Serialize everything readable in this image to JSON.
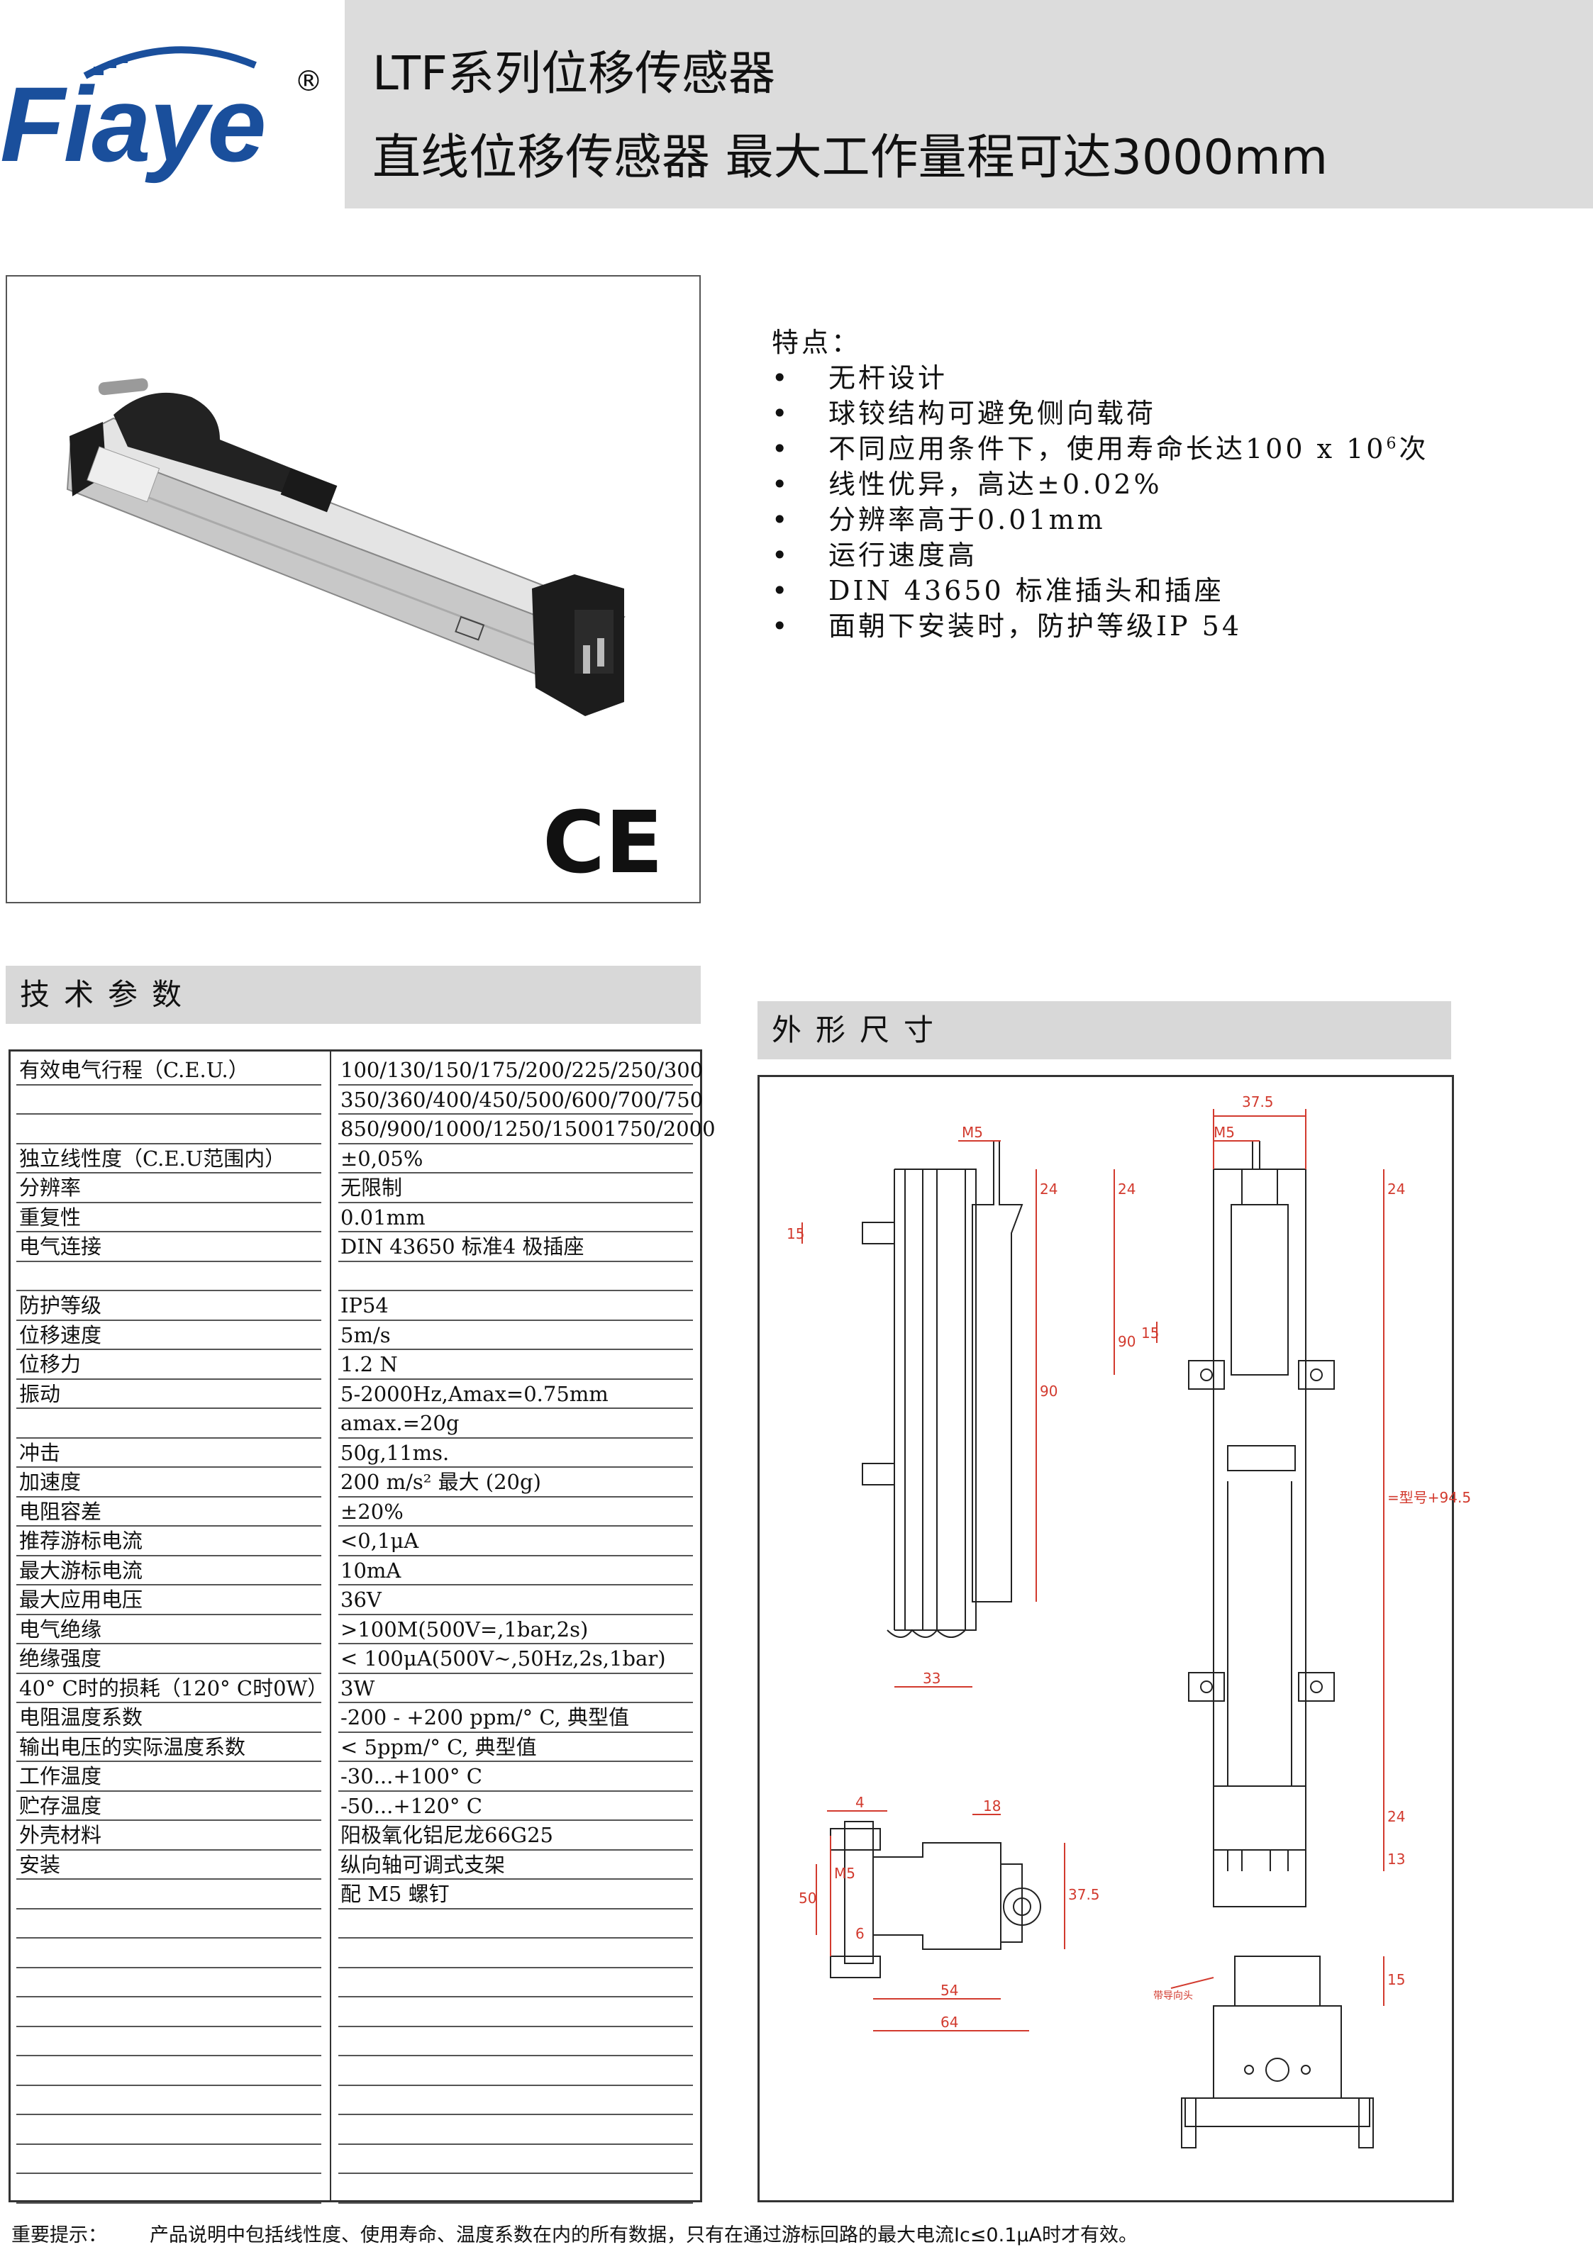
{
  "header": {
    "brand": "Fiaye",
    "registered_mark": "®",
    "title_line1": "LTF系列位移传感器",
    "title_line2": "直线位移传感器  最大工作量程可达3000mm"
  },
  "features": {
    "heading": "特点：",
    "bullet": "•",
    "items": [
      "无杆设计",
      "球铰结构可避免侧向载荷",
      "不同应用条件下，使用寿命长达100 x 10",
      "线性优异，高达±0.02%",
      "分辨率高于0.01mm",
      "运行速度高",
      "DIN 43650 标准插头和插座",
      "面朝下安装时，防护等级IP 54"
    ],
    "item3_exponent": "6",
    "item3_suffix": "次"
  },
  "product_image": {
    "ce_mark": "CE",
    "colors": {
      "body": "#c8c8c8",
      "cap": "#1c1c1c"
    }
  },
  "sections": {
    "tech_params": "技术参数",
    "dimensions": "外形尺寸"
  },
  "spec_rows": [
    {
      "label": "有效电气行程（C.E.U.）",
      "value": "100/130/150/175/200/225/250/300"
    },
    {
      "label": "",
      "value": "350/360/400/450/500/600/700/750"
    },
    {
      "label": "",
      "value": "850/900/1000/1250/15001750/2000"
    },
    {
      "label": "独立线性度（C.E.U范围内）",
      "value": "±0,05%"
    },
    {
      "label": "分辨率",
      "value": "无限制"
    },
    {
      "label": "重复性",
      "value": "0.01mm"
    },
    {
      "label": "电气连接",
      "value": "DIN 43650 标准4 极插座"
    },
    {
      "label": "",
      "value": ""
    },
    {
      "label": "防护等级",
      "value": "IP54"
    },
    {
      "label": "位移速度",
      "value": "5m/s"
    },
    {
      "label": "位移力",
      "value": "1.2 N"
    },
    {
      "label": "振动",
      "value": "5-2000Hz,Amax=0.75mm"
    },
    {
      "label": "",
      "value": "amax.=20g"
    },
    {
      "label": "冲击",
      "value": "50g,11ms."
    },
    {
      "label": "加速度",
      "value": "200 m/s² 最大 (20g)"
    },
    {
      "label": "电阻容差",
      "value": "±20%"
    },
    {
      "label": "推荐游标电流",
      "value": "<0,1μA"
    },
    {
      "label": "最大游标电流",
      "value": "10mA"
    },
    {
      "label": "最大应用电压",
      "value": "36V"
    },
    {
      "label": "电气绝缘",
      "value": ">100M(500V=,1bar,2s)"
    },
    {
      "label": "绝缘强度",
      "value": "< 100μA(500V~,50Hz,2s,1bar)"
    },
    {
      "label": "40° C时的损耗（120° C时0W）",
      "value": "3W"
    },
    {
      "label": "电阻温度系数",
      "value": "-200 - +200 ppm/° C, 典型值"
    },
    {
      "label": "输出电压的实际温度系数",
      "value": "< 5ppm/° C, 典型值"
    },
    {
      "label": "工作温度",
      "value": "-30...+100° C"
    },
    {
      "label": "贮存温度",
      "value": "-50...+120° C"
    },
    {
      "label": "外壳材料",
      "value": "阳极氧化铝尼龙66G25"
    },
    {
      "label": "安装",
      "value": "纵向轴可调式支架"
    },
    {
      "label": "",
      "value": "配 M5 螺钉"
    },
    {
      "label": "",
      "value": ""
    },
    {
      "label": "",
      "value": ""
    },
    {
      "label": "",
      "value": ""
    },
    {
      "label": "",
      "value": ""
    },
    {
      "label": "",
      "value": ""
    },
    {
      "label": "",
      "value": ""
    },
    {
      "label": "",
      "value": ""
    },
    {
      "label": "",
      "value": ""
    },
    {
      "label": "",
      "value": ""
    },
    {
      "label": "",
      "value": ""
    }
  ],
  "drawing": {
    "labels": {
      "d_37_5_top": "37.5",
      "d_m5_top": "M5",
      "d_m5_side": "M5",
      "d_24_a": "24",
      "d_24_b": "24",
      "d_24_c": "24",
      "d_15_a": "15",
      "d_15_b": "15",
      "d_90_a": "90",
      "d_90_b": "90",
      "d_33": "33",
      "d_total": "=型号+94.5",
      "d_24_bottom": "24",
      "d_13": "13",
      "d_4": "4",
      "d_18": "18",
      "d_m5_bracket": "M5",
      "d_50": "50",
      "d_6": "6",
      "d_37_5_side": "37.5",
      "d_54": "54",
      "d_64": "64",
      "d_15_plug": "15",
      "d_note": "带导向头"
    },
    "colors": {
      "line": "#222222",
      "dimension": "#d23a2e"
    }
  },
  "footer": {
    "label": "重要提示：",
    "text": "产品说明中包括线性度、使用寿命、温度系数在内的所有数据，只有在通过游标回路的最大电流Ic≤0.1μA时才有效。"
  }
}
